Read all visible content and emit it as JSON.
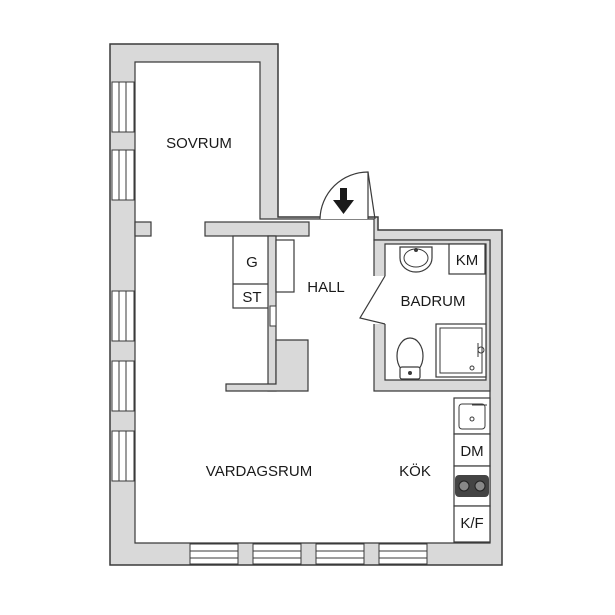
{
  "rooms": {
    "sovrum": "SOVRUM",
    "hall": "HALL",
    "badrum": "BADRUM",
    "vardagsrum": "VARDAGSRUM",
    "kok": "KÖK"
  },
  "fixtures": {
    "garderob": "G",
    "stad": "ST",
    "tvattmaskin": "KM",
    "diskmaskin": "DM",
    "kylfrys": "K/F"
  },
  "colors": {
    "wall": "#d9d9d9",
    "outline": "#3a3a3a",
    "floor": "#ffffff"
  }
}
